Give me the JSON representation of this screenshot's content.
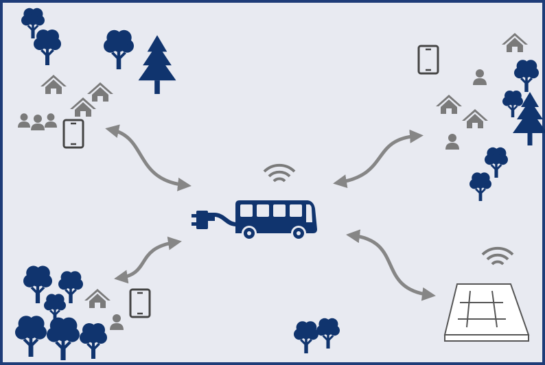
{
  "diagram": {
    "title": "",
    "colors": {
      "background": "#e8eaf1",
      "border": "#1e3c78",
      "navy": "#10346e",
      "gray": "#7a7a7a",
      "arrow": "#868686",
      "outline": "#444444"
    },
    "nodes": [
      {
        "id": "bus",
        "icon": "electric-bus-icon",
        "extra": [
          "plug-icon",
          "wifi-icon"
        ]
      },
      {
        "id": "rural-northwest",
        "icons": [
          "tree-icon",
          "pine-tree-icon",
          "house-icon",
          "people-group-icon",
          "tablet-icon"
        ]
      },
      {
        "id": "rural-northeast",
        "icons": [
          "tablet-icon",
          "house-icon",
          "person-icon",
          "tree-icon",
          "pine-tree-icon"
        ]
      },
      {
        "id": "rural-southwest",
        "icons": [
          "tree-icon",
          "house-icon",
          "person-icon",
          "tablet-icon"
        ]
      },
      {
        "id": "charging-pad",
        "icons": [
          "charging-pad-icon",
          "wifi-icon"
        ]
      },
      {
        "id": "trees-south",
        "icons": [
          "tree-icon"
        ]
      }
    ],
    "connections": [
      {
        "from": "rural-northwest",
        "to": "bus",
        "type": "bidirectional"
      },
      {
        "from": "bus",
        "to": "rural-northeast",
        "type": "bidirectional"
      },
      {
        "from": "rural-southwest",
        "to": "bus",
        "type": "bidirectional"
      },
      {
        "from": "bus",
        "to": "charging-pad",
        "type": "bidirectional"
      }
    ]
  }
}
